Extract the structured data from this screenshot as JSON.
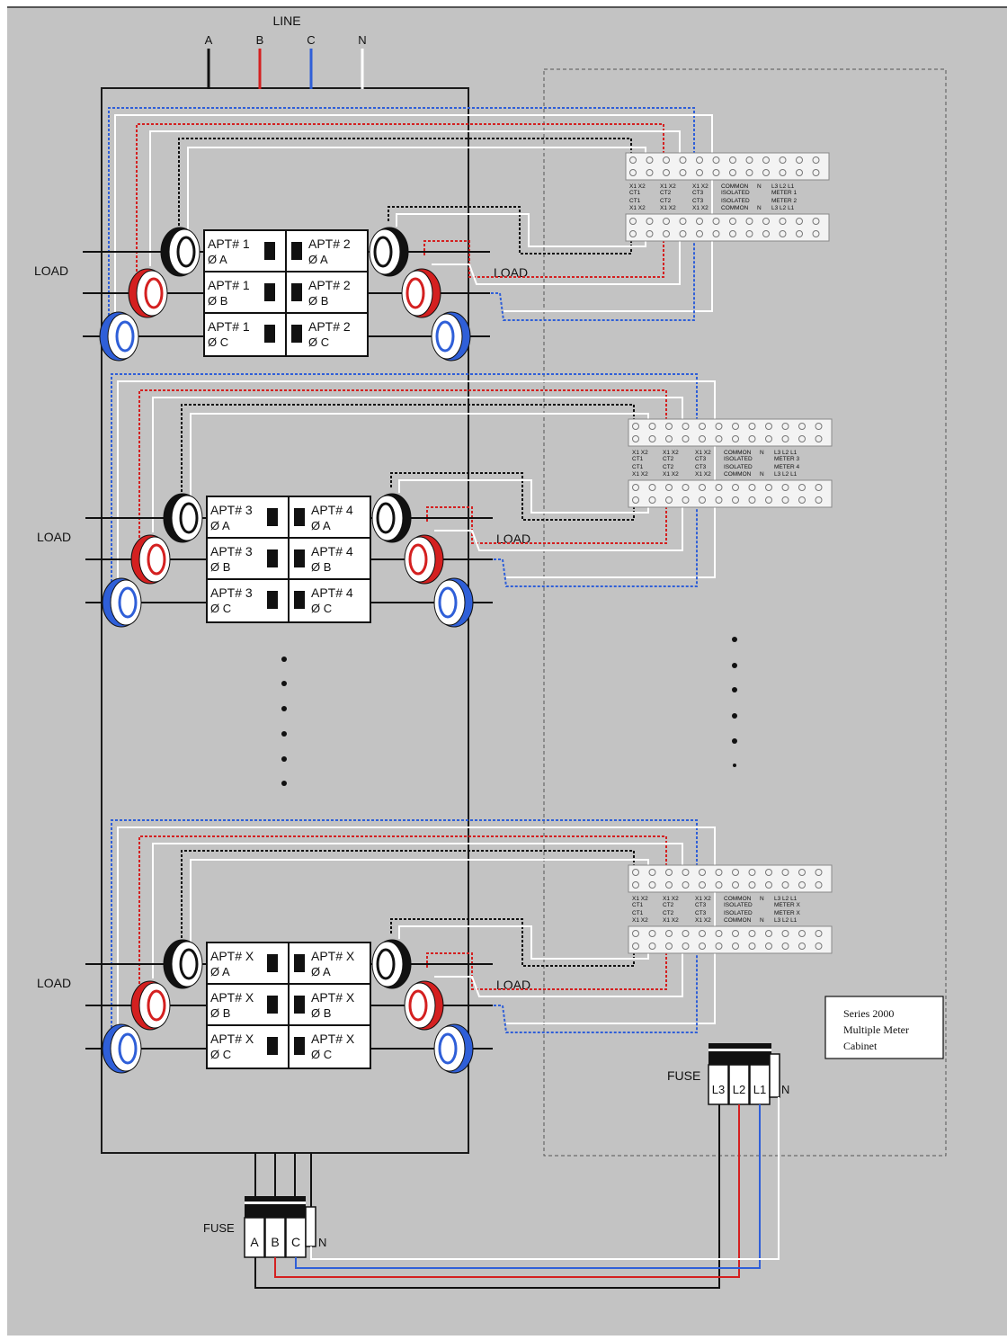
{
  "line": {
    "title": "LINE",
    "phases": [
      "A",
      "B",
      "C",
      "N"
    ]
  },
  "load_label": "LOAD",
  "load_label_right": "LOAD",
  "fuse_label": "FUSE",
  "main_fuse": {
    "label": "FUSE",
    "slots": [
      "A",
      "B",
      "C"
    ],
    "neutral": "N"
  },
  "meter_fuse": {
    "label": "FUSE",
    "slots": [
      "L3",
      "L2",
      "L1"
    ],
    "neutral": "N"
  },
  "breaker_groups": [
    {
      "left": [
        {
          "apt": "APT# 1",
          "phase": "Ø A"
        },
        {
          "apt": "APT# 1",
          "phase": "Ø B"
        },
        {
          "apt": "APT# 1",
          "phase": "Ø C"
        }
      ],
      "right": [
        {
          "apt": "APT# 2",
          "phase": "Ø A"
        },
        {
          "apt": "APT# 2",
          "phase": "Ø B"
        },
        {
          "apt": "APT# 2",
          "phase": "Ø C"
        }
      ]
    },
    {
      "left": [
        {
          "apt": "APT# 3",
          "phase": "Ø A"
        },
        {
          "apt": "APT# 3",
          "phase": "Ø B"
        },
        {
          "apt": "APT# 3",
          "phase": "Ø C"
        }
      ],
      "right": [
        {
          "apt": "APT# 4",
          "phase": "Ø A"
        },
        {
          "apt": "APT# 4",
          "phase": "Ø B"
        },
        {
          "apt": "APT# 4",
          "phase": "Ø C"
        }
      ]
    },
    {
      "left": [
        {
          "apt": "APT# X",
          "phase": "Ø A"
        },
        {
          "apt": "APT# X",
          "phase": "Ø B"
        },
        {
          "apt": "APT# X",
          "phase": "Ø C"
        }
      ],
      "right": [
        {
          "apt": "APT# X",
          "phase": "Ø A"
        },
        {
          "apt": "APT# X",
          "phase": "Ø B"
        },
        {
          "apt": "APT# X",
          "phase": "Ø C"
        }
      ]
    }
  ],
  "terminal_blocks": [
    {
      "top": [
        "X1 X2",
        "X1 X2",
        "X1 X2",
        "COMMON",
        "N",
        "L3 L2 L1"
      ],
      "top_sub": [
        "CT1",
        "CT2",
        "CT3",
        "ISOLATED",
        "",
        "METER 1"
      ],
      "bottom": [
        "X1 X2",
        "X1 X2",
        "X1 X2",
        "COMMON",
        "N",
        "L3 L2 L1"
      ],
      "bottom_sub": [
        "CT1",
        "CT2",
        "CT3",
        "ISOLATED",
        "",
        "METER 2"
      ]
    },
    {
      "top": [
        "X1 X2",
        "X1 X2",
        "X1 X2",
        "COMMON",
        "N",
        "L3 L2 L1"
      ],
      "top_sub": [
        "CT1",
        "CT2",
        "CT3",
        "ISOLATED",
        "",
        "METER 3"
      ],
      "bottom": [
        "X1 X2",
        "X1 X2",
        "X1 X2",
        "COMMON",
        "N",
        "L3 L2 L1"
      ],
      "bottom_sub": [
        "CT1",
        "CT2",
        "CT3",
        "ISOLATED",
        "",
        "METER 4"
      ]
    },
    {
      "top": [
        "X1 X2",
        "X1 X2",
        "X1 X2",
        "COMMON",
        "N",
        "L3 L2 L1"
      ],
      "top_sub": [
        "CT1",
        "CT2",
        "CT3",
        "ISOLATED",
        "",
        "METER X"
      ],
      "bottom": [
        "X1 X2",
        "X1 X2",
        "X1 X2",
        "COMMON",
        "N",
        "L3 L2 L1"
      ],
      "bottom_sub": [
        "CT1",
        "CT2",
        "CT3",
        "ISOLATED",
        "",
        "METER X"
      ]
    }
  ],
  "cabinet_caption": [
    "Series 2000",
    "Multiple Meter",
    "Cabinet"
  ],
  "colors": {
    "background": "#c3c3c3",
    "phase_a": "#111111",
    "phase_b": "#d42020",
    "phase_c": "#2f5fd8",
    "neutral": "#ffffff",
    "panel_line": "#1a1a1a"
  }
}
